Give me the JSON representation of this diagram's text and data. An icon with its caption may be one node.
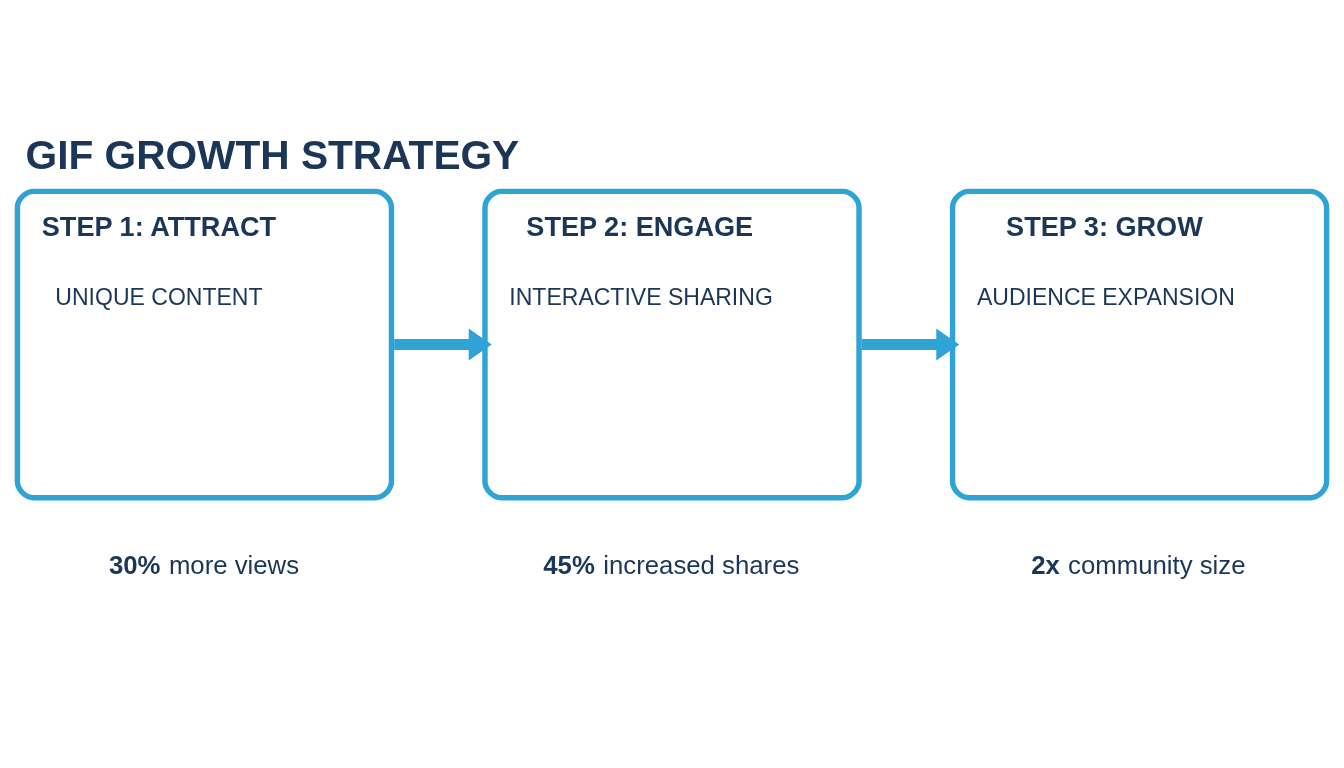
{
  "diagram": {
    "title": "GIF GROWTH STRATEGY",
    "nodes": [
      {
        "text": [
          "STEP 1: ATTRACT",
          "UNIQUE CONTENT"
        ],
        "beside": [
          "**30%** more views"
        ]
      },
      {
        "text": [
          "STEP 2: ENGAGE",
          "INTERACTIVE SHARING"
        ],
        "beside": [
          "**45%** increased shares"
        ]
      },
      {
        "text": [
          "STEP 3: GROW",
          "AUDIENCE EXPANSION"
        ],
        "beside": [
          "**2x** community size"
        ]
      }
    ],
    "edges": [
      {
        "from": 0,
        "to": 1,
        "arrow": "to"
      },
      {
        "from": 1,
        "to": 2,
        "arrow": "to"
      }
    ]
  }
}
